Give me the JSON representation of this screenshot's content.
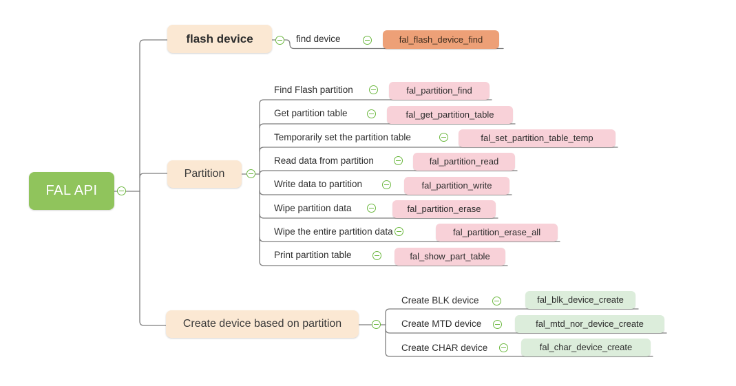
{
  "app": {
    "type": "mind-map",
    "background": "#ffffff"
  },
  "colors": {
    "root_fill": "#90c45c",
    "root_text": "#ffffff",
    "branch_fill": "#fbe8d3",
    "code_orange": "#eda077",
    "code_pink": "#f8d1d8",
    "code_green": "#dceddb",
    "collapse_icon_green": "#6cb83f",
    "connector_gray": "#7e7e7e"
  },
  "icons": {
    "collapse": "minus-circle"
  },
  "root": {
    "label": "FAL API"
  },
  "branches": [
    {
      "label": "flash device",
      "children": [
        {
          "label": "find device",
          "code": "fal_flash_device_find"
        }
      ]
    },
    {
      "label": "Partition",
      "children": [
        {
          "label": "Find Flash partition",
          "code": "fal_partition_find"
        },
        {
          "label": "Get partition table",
          "code": "fal_get_partition_table"
        },
        {
          "label": "Temporarily set the partition table",
          "code": "fal_set_partition_table_temp"
        },
        {
          "label": "Read data from partition",
          "code": "fal_partition_read"
        },
        {
          "label": "Write data to partition",
          "code": "fal_partition_write"
        },
        {
          "label": "Wipe partition data",
          "code": "fal_partition_erase"
        },
        {
          "label": "Wipe the entire partition data",
          "code": "fal_partition_erase_all"
        },
        {
          "label": "Print partition table",
          "code": "fal_show_part_table"
        }
      ]
    },
    {
      "label": "Create device based on partition",
      "children": [
        {
          "label": "Create BLK device",
          "code": "fal_blk_device_create"
        },
        {
          "label": "Create MTD device",
          "code": "fal_mtd_nor_device_create"
        },
        {
          "label": "Create CHAR device",
          "code": "fal_char_device_create"
        }
      ]
    }
  ]
}
